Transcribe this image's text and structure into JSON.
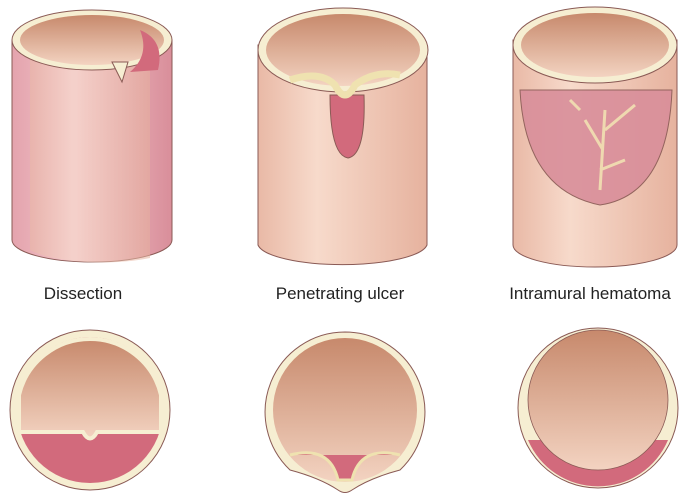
{
  "labels": {
    "dissection": "Dissection",
    "ulcer": "Penetrating ulcer",
    "hematoma": "Intramural hematoma"
  },
  "colors": {
    "wall": "#f2cbbb",
    "lumen": "#c98a70",
    "false_lumen": "#d26a7c",
    "intima": "#f6eed2",
    "outline": "#6b4a40"
  }
}
